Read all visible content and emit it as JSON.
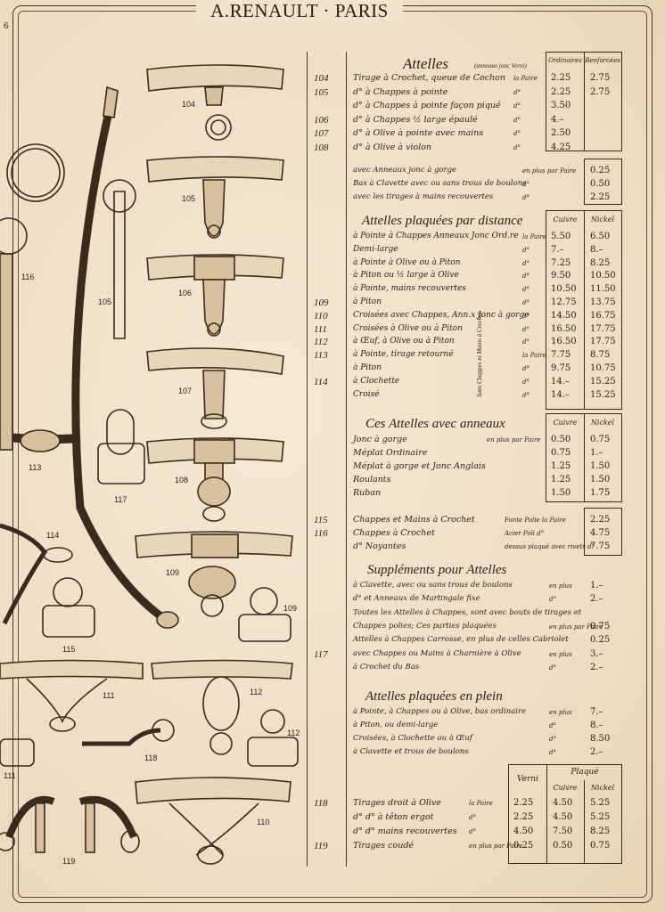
{
  "header": {
    "title": "A.RENAULT · PARIS",
    "page_no": "6"
  },
  "labels": [
    "104",
    "105",
    "106",
    "107",
    "108",
    "109",
    "110",
    "111",
    "112",
    "113",
    "114",
    "115",
    "116",
    "117",
    "118",
    "119",
    "105",
    "109",
    "111",
    "112",
    "116"
  ],
  "sections": {
    "s1": {
      "title": "Attelles",
      "subtitle": "(anneaux jonc Verni)",
      "col1": "Ordinaires",
      "col2": "Renforcées",
      "rows": [
        {
          "num": "104",
          "desc": "Tirage à Crochet, queue de Cochon",
          "unit": "la Paire",
          "v1": "2.25",
          "v2": "2.75"
        },
        {
          "num": "105",
          "desc": "d° à Chappes à pointe",
          "unit": "d°",
          "v1": "2.25",
          "v2": "2.75"
        },
        {
          "num": "",
          "desc": "d° à Chappes à pointe façon piqué",
          "unit": "d°",
          "v1": "3.50",
          "v2": ""
        },
        {
          "num": "106",
          "desc": "d° à Chappes ½ large épaulé",
          "unit": "d°",
          "v1": "4.–",
          "v2": ""
        },
        {
          "num": "107",
          "desc": "d° à Olive à pointe avec mains",
          "unit": "d°",
          "v1": "2.50",
          "v2": ""
        },
        {
          "num": "108",
          "desc": "d° à Olive à violon",
          "unit": "d°",
          "v1": "4.25",
          "v2": ""
        }
      ],
      "extras": [
        {
          "desc": "avec Anneaux jonc à gorge",
          "unit": "en plus par Paire",
          "v": "0.25"
        },
        {
          "desc": "Bas à Clavette avec ou sans trous de boulons",
          "unit": "d°",
          "v": "0.50"
        },
        {
          "desc": "avec les tirages à mains recouvertes",
          "unit": "d°",
          "v": "2.25"
        }
      ]
    },
    "s2": {
      "title": "Attelles plaquées par distance",
      "col1": "Cuivre",
      "col2": "Nickel",
      "rows": [
        {
          "num": "",
          "desc": "à Pointe à Chappes Anneaux Jonc Ord.re",
          "unit": "la Paire",
          "v1": "5.50",
          "v2": "6.50"
        },
        {
          "num": "",
          "desc": "Demi-large",
          "unit": "d°",
          "v1": "7.–",
          "v2": "8.–"
        },
        {
          "num": "",
          "desc": "à Pointe à Olive ou à Piton",
          "unit": "d°",
          "v1": "7.25",
          "v2": "8.25"
        },
        {
          "num": "",
          "desc": "à Piton ou ½ large à Olive",
          "unit": "d°",
          "v1": "9.50",
          "v2": "10.50"
        },
        {
          "num": "",
          "desc": "à Pointe, mains recouvertes",
          "unit": "d°",
          "v1": "10.50",
          "v2": "11.50"
        },
        {
          "num": "109",
          "desc": "à Piton",
          "unit": "d°",
          "v1": "12.75",
          "v2": "13.75"
        },
        {
          "num": "110",
          "desc": "Croisées avec Chappes, Ann.x Jonc à gorge",
          "unit": "d°",
          "v1": "14.50",
          "v2": "16.75"
        },
        {
          "num": "111",
          "desc": "Croisées à Olive ou à Piton",
          "unit": "d°",
          "v1": "16.50",
          "v2": "17.75"
        },
        {
          "num": "112",
          "desc": "à Œuf, à Olive ou à Piton",
          "unit": "d°",
          "v1": "16.50",
          "v2": "17.75"
        },
        {
          "num": "113",
          "desc": "à Pointe, tirage retourné",
          "unit": "la Paire",
          "v1": "7.75",
          "v2": "8.75"
        },
        {
          "num": "",
          "desc": "à Piton",
          "unit": "d°",
          "v1": "9.75",
          "v2": "10.75"
        },
        {
          "num": "114",
          "desc": "à Clochette",
          "unit": "d°",
          "v1": "14.–",
          "v2": "15.25"
        },
        {
          "num": "",
          "desc": "Croisé",
          "unit": "d°",
          "v1": "14.–",
          "v2": "15.25"
        }
      ],
      "brace_note": "Sans Chappes ni Mains à Crochet"
    },
    "s3": {
      "title": "Ces Attelles avec anneaux",
      "col1": "Cuivre",
      "col2": "Nickel",
      "rows": [
        {
          "desc": "Jonc à gorge",
          "unit": "en plus par Paire",
          "v1": "0.50",
          "v2": "0.75"
        },
        {
          "desc": "Méplat Ordinaire",
          "unit": "",
          "v1": "0.75",
          "v2": "1.–"
        },
        {
          "desc": "Méplat à gorge et Jonc Anglais",
          "unit": "",
          "v1": "1.25",
          "v2": "1.50"
        },
        {
          "desc": "Roulants",
          "unit": "",
          "v1": "1.25",
          "v2": "1.50"
        },
        {
          "desc": "Ruban",
          "unit": "",
          "v1": "1.50",
          "v2": "1.75"
        }
      ]
    },
    "s4": {
      "rows": [
        {
          "num": "115",
          "desc": "Chappes et Mains à Crochet",
          "unit": "Fonte Polie la Paire",
          "v": "2.25"
        },
        {
          "num": "116",
          "desc": "Chappes à Crochet",
          "unit": "Acier Poli d°",
          "v": "4.75"
        },
        {
          "num": "",
          "desc": "d° Noyantes",
          "unit": "dessus plaqué avec rivets d°",
          "v": "7.75"
        }
      ]
    },
    "s5": {
      "title": "Suppléments pour Attelles",
      "rows": [
        {
          "num": "",
          "desc": "à Clavette, avec ou sans trous de boulons",
          "unit": "en plus",
          "v": "1.–"
        },
        {
          "num": "",
          "desc": "d° et Anneaux de Martingale fixe",
          "unit": "d°",
          "v": "2.–"
        },
        {
          "num": "",
          "desc": "Toutes les Attelles à Chappes, sont avec bouts de tirages et",
          "unit": "",
          "v": ""
        },
        {
          "num": "",
          "desc": "Chappes polies; Ces parties plaquées",
          "unit": "en plus par Paire",
          "v": "0.75"
        },
        {
          "num": "",
          "desc": "Attelles à Chappes Carrosse, en plus de celles Cabriolet",
          "unit": "",
          "v": "0.25"
        },
        {
          "num": "117",
          "desc": "avec Chappes ou Mains à Charnière à Olive",
          "unit": "en plus",
          "v": "3.–"
        },
        {
          "num": "",
          "desc": "à Crochet du Bas",
          "unit": "d°",
          "v": "2.–"
        }
      ]
    },
    "s6": {
      "title": "Attelles plaquées en plein",
      "rows": [
        {
          "desc": "à Pointe, à Chappes ou à Olive, bas ordinaire",
          "unit": "en plus",
          "v": "7.–"
        },
        {
          "desc": "à Piton, ou demi-large",
          "unit": "d°",
          "v": "8.–"
        },
        {
          "desc": "Croisées, à Clochette ou à Œuf",
          "unit": "d°",
          "v": "8.50"
        },
        {
          "desc": "à Clavette et trous de boulons",
          "unit": "d°",
          "v": "2.–"
        }
      ]
    },
    "s7": {
      "col_verni": "Verni",
      "col_plaque": "Plaqué",
      "col_cuivre": "Cuivre",
      "col_nickel": "Nickel",
      "rows": [
        {
          "num": "118",
          "desc": "Tirages droit à Olive",
          "unit": "la Paire",
          "v0": "2.25",
          "v1": "4.50",
          "v2": "5.25"
        },
        {
          "num": "",
          "desc": "d° d° à têton ergot",
          "unit": "d°",
          "v0": "2.25",
          "v1": "4.50",
          "v2": "5.25"
        },
        {
          "num": "",
          "desc": "d° d° mains recouvertes",
          "unit": "d°",
          "v0": "4.50",
          "v1": "7.50",
          "v2": "8.25"
        },
        {
          "num": "119",
          "desc": "Tirages coudé",
          "unit": "en plus par Paire",
          "v0": "0.25",
          "v1": "0.50",
          "v2": "0.75"
        }
      ]
    }
  }
}
